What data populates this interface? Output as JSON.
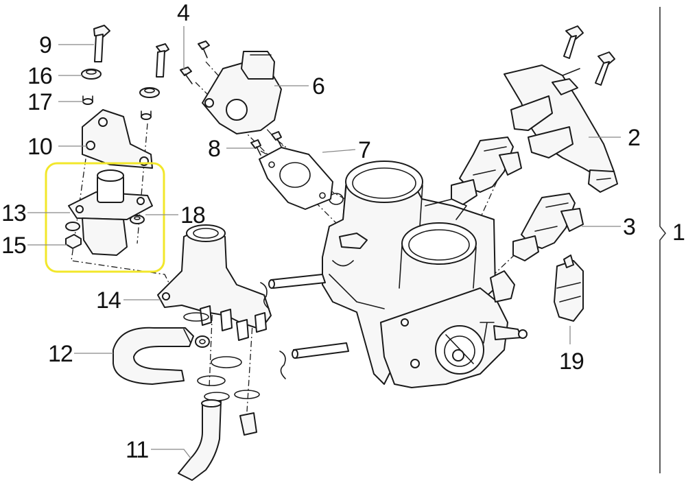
{
  "diagram": {
    "callouts": [
      "1",
      "2",
      "3",
      "4",
      "6",
      "7",
      "8",
      "9",
      "10",
      "11",
      "12",
      "13",
      "14",
      "15",
      "16",
      "17",
      "18",
      "19"
    ],
    "highlight_color": "#f2e72a"
  }
}
